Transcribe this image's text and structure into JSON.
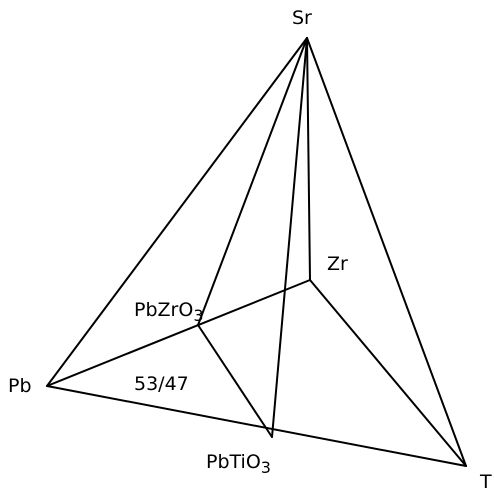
{
  "labels": {
    "sr": "Sr",
    "zr": "Zr",
    "pb": "Pb",
    "ti": "T",
    "pbzro3_main": "PbZrO",
    "pbzro3_sub": "3",
    "pbtio3_main": "PbTiO",
    "pbtio3_sub": "3",
    "ratio": "53/47"
  },
  "colors": {
    "line": "#000000",
    "background": "#ffffff"
  }
}
